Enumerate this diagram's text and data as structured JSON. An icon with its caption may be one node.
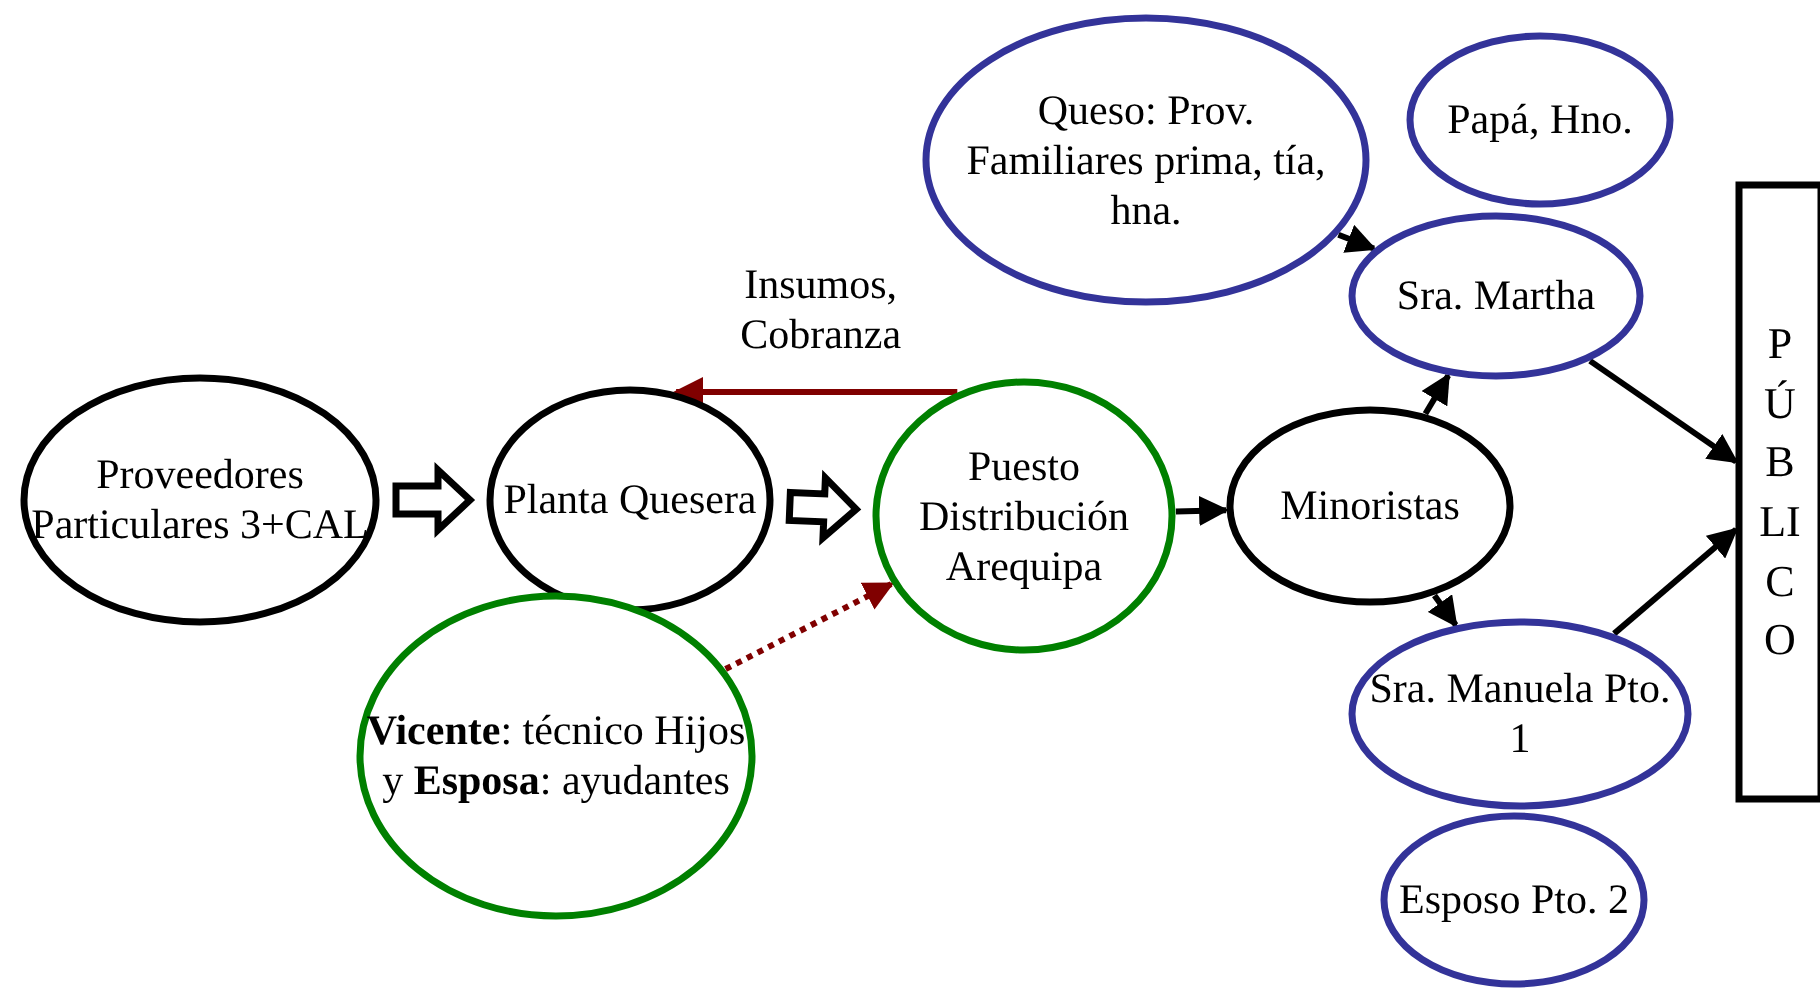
{
  "diagram": {
    "nodes": [
      {
        "text": [
          "Proveedores Particulares 3+CAL"
        ]
      },
      {
        "text": [
          "Planta Quesera"
        ]
      },
      {
        "text": [
          "Puesto Distribución Arequipa"
        ]
      },
      {
        "text": [
          "**Vicente**: técnico Hijos y **Esposa**: ayudantes"
        ]
      },
      {
        "text": [
          "Queso: Prov. Familiares prima, tía, hna."
        ]
      },
      {
        "text": [
          "Papá, Hno."
        ]
      },
      {
        "text": [
          "Sra. Martha"
        ]
      },
      {
        "text": [
          "Minoristas"
        ]
      },
      {
        "text": [
          "Sra. Manuela Pto. 1"
        ]
      },
      {
        "text": [
          "Esposo Pto. 2"
        ]
      },
      {
        "text": [
          "PÚBLICO"
        ]
      }
    ],
    "edges": [
      {
        "from": 0,
        "to": 1,
        "arrow": "to",
        "style": "thick"
      },
      {
        "from": 1,
        "to": 2,
        "arrow": "to",
        "style": "thick"
      },
      {
        "from": 2,
        "to": 1,
        "arrow": "to",
        "label": "Insumos, Cobranza",
        "color": "#800000"
      },
      {
        "from": 3,
        "to": 2,
        "arrow": "to",
        "style": "dashed",
        "color": "#800000"
      },
      {
        "from": 2,
        "to": 7,
        "arrow": "to"
      },
      {
        "from": 7,
        "to": 6,
        "arrow": "to"
      },
      {
        "from": 7,
        "to": 8,
        "arrow": "to"
      },
      {
        "from": 4,
        "to": 6,
        "arrow": "to"
      },
      {
        "from": 6,
        "to": 10,
        "arrow": "to"
      },
      {
        "from": 8,
        "to": 10,
        "arrow": "to"
      }
    ]
  }
}
